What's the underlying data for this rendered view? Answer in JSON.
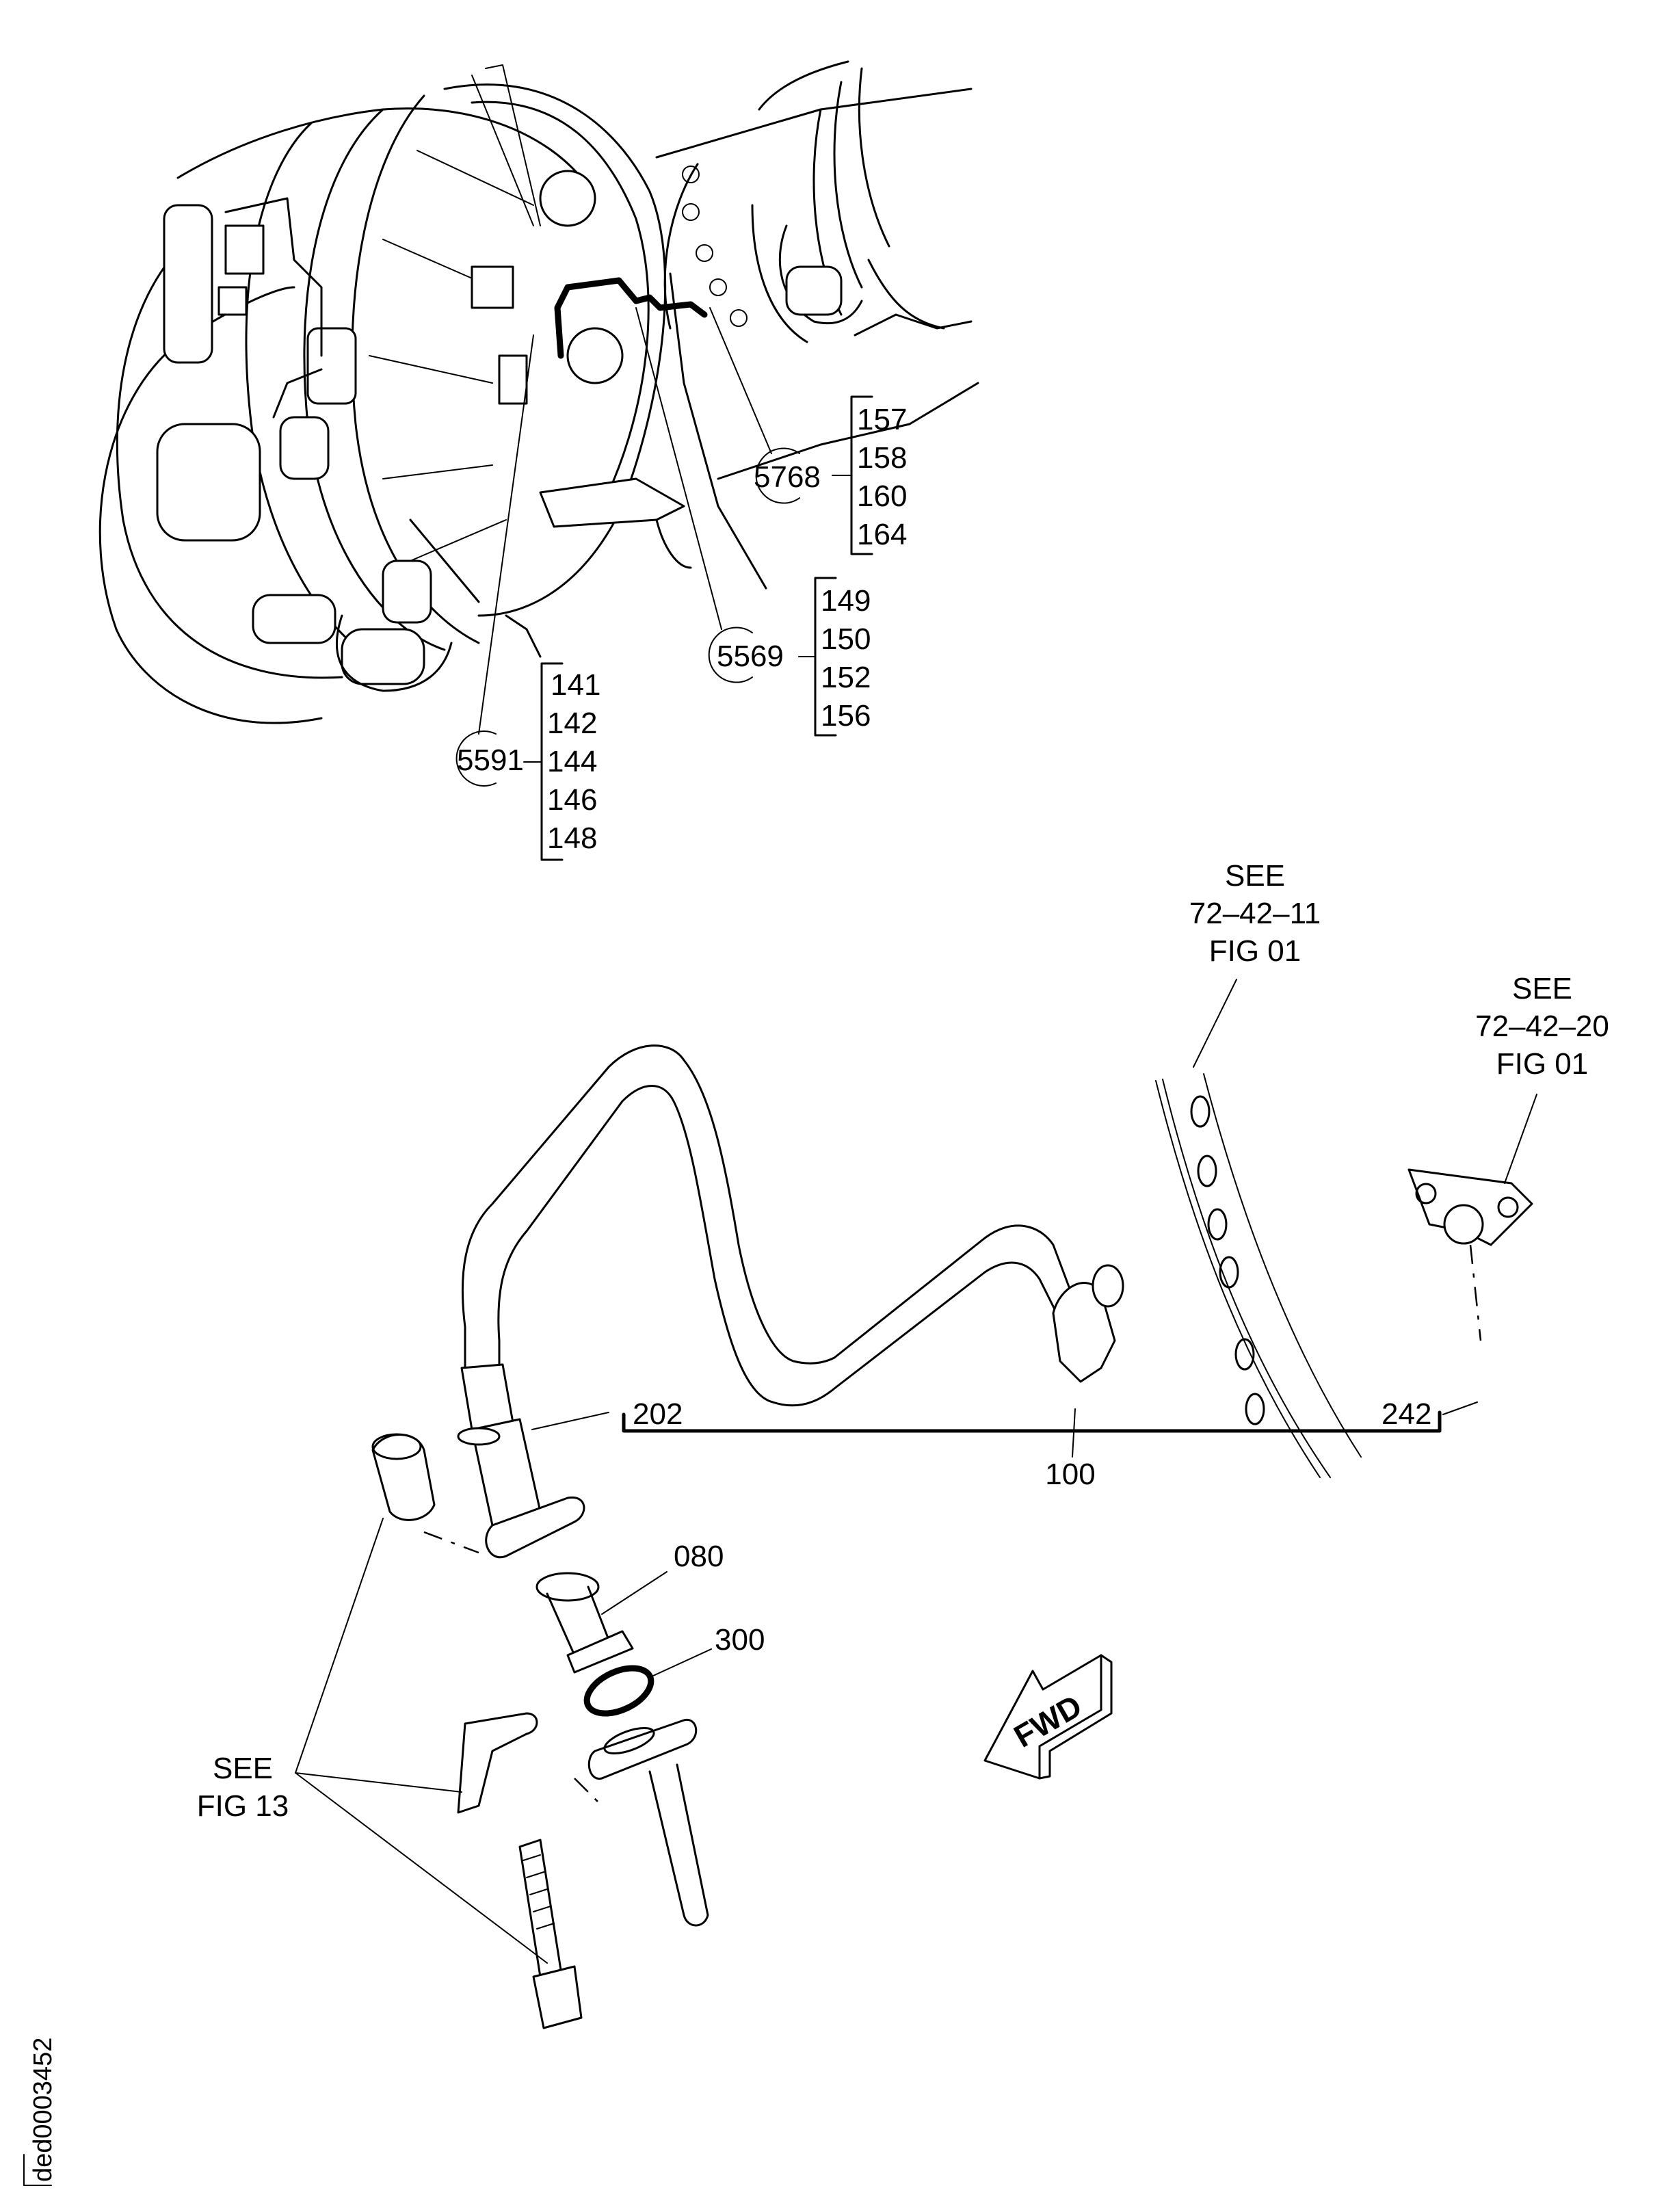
{
  "figure": {
    "document_id": "ded0003452",
    "fwd_arrow_label": "FWD"
  },
  "locator_callouts": [
    {
      "item": "5768",
      "sub_items": [
        "157",
        "158",
        "160",
        "164"
      ]
    },
    {
      "item": "5569",
      "sub_items": [
        "149",
        "150",
        "152",
        "156"
      ]
    },
    {
      "item": "5591",
      "sub_items": [
        "141",
        "142",
        "144",
        "146",
        "148"
      ]
    }
  ],
  "item_callouts": {
    "item_202": "202",
    "item_100": "100",
    "item_242": "242",
    "item_080": "080",
    "item_300": "300"
  },
  "references": {
    "ref_72_42_11": {
      "line1": "SEE",
      "line2": "72–42–11",
      "line3": "FIG 01"
    },
    "ref_72_42_20": {
      "line1": "SEE",
      "line2": "72–42–20",
      "line3": "FIG 01"
    },
    "ref_fig_13": {
      "line1": "SEE",
      "line2": "FIG 13"
    }
  }
}
